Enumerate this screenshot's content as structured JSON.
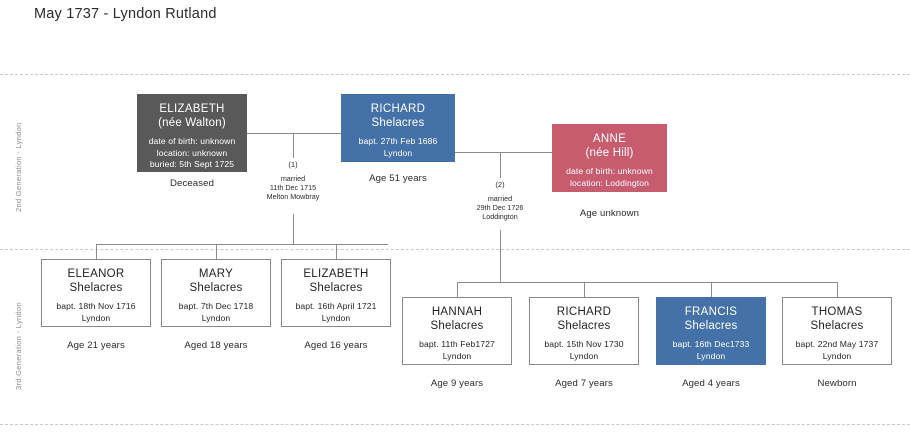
{
  "title": "May 1737 - Lyndon Rutland",
  "generations": [
    {
      "label": "2nd Generation - Lyndon"
    },
    {
      "label": "3rd Generation - Lyndon"
    }
  ],
  "colors": {
    "grey": "#595959",
    "blue": "#4472a8",
    "red": "#c65c6e",
    "plain_border": "#8a8a8a",
    "divider": "#c9c9c9",
    "text": "#231f20"
  },
  "people": {
    "elizabeth_walton": {
      "given": "ELIZABETH",
      "surname": "(née Walton)",
      "detail": [
        "date of birth: unknown",
        "location: unknown",
        "buried: 5th Sept 1725"
      ],
      "caption": "Deceased",
      "style": "grey"
    },
    "richard_shelacres": {
      "given": "RICHARD",
      "surname": "Shelacres",
      "detail": [
        "bapt. 27th Feb 1686",
        "Lyndon"
      ],
      "caption": "Age 51 years",
      "style": "blue"
    },
    "anne_hill": {
      "given": "ANNE",
      "surname": "(née Hill)",
      "detail": [
        "date of birth: unknown",
        "location: Loddington"
      ],
      "caption": "Age unknown",
      "style": "red"
    },
    "eleanor": {
      "given": "ELEANOR",
      "surname": "Shelacres",
      "detail": [
        "bapt. 18th Nov 1716",
        "Lyndon"
      ],
      "caption": "Age 21 years",
      "style": "plain"
    },
    "mary": {
      "given": "MARY",
      "surname": "Shelacres",
      "detail": [
        "bapt. 7th Dec 1718",
        "Lyndon"
      ],
      "caption": "Aged 18 years",
      "style": "plain"
    },
    "elizabeth_child": {
      "given": "ELIZABETH",
      "surname": "Shelacres",
      "detail": [
        "bapt. 16th April 1721",
        "Lyndon"
      ],
      "caption": "Aged 16 years",
      "style": "plain"
    },
    "hannah": {
      "given": "HANNAH",
      "surname": "Shelacres",
      "detail": [
        "bapt. 11th Feb1727",
        "Lyndon"
      ],
      "caption": "Age 9 years",
      "style": "plain"
    },
    "richard_child": {
      "given": "RICHARD",
      "surname": "Shelacres",
      "detail": [
        "bapt. 15th Nov 1730",
        "Lyndon"
      ],
      "caption": "Aged 7 years",
      "style": "plain"
    },
    "francis": {
      "given": "FRANCIS",
      "surname": "Shelacres",
      "detail": [
        "bapt. 16th Dec1733",
        "Lyndon"
      ],
      "caption": "Aged 4 years",
      "style": "blue"
    },
    "thomas": {
      "given": "THOMAS",
      "surname": "Shelacres",
      "detail": [
        "bapt. 22nd May 1737",
        "Lyndon"
      ],
      "caption": "Newborn",
      "style": "plain"
    }
  },
  "marriages": {
    "first": {
      "number": "(1)",
      "word": "married",
      "date": "11th Dec 1715",
      "place": "Melton Mowbray"
    },
    "second": {
      "number": "(2)",
      "word": "married",
      "date": "29th Dec 1726",
      "place": "Loddington"
    }
  }
}
